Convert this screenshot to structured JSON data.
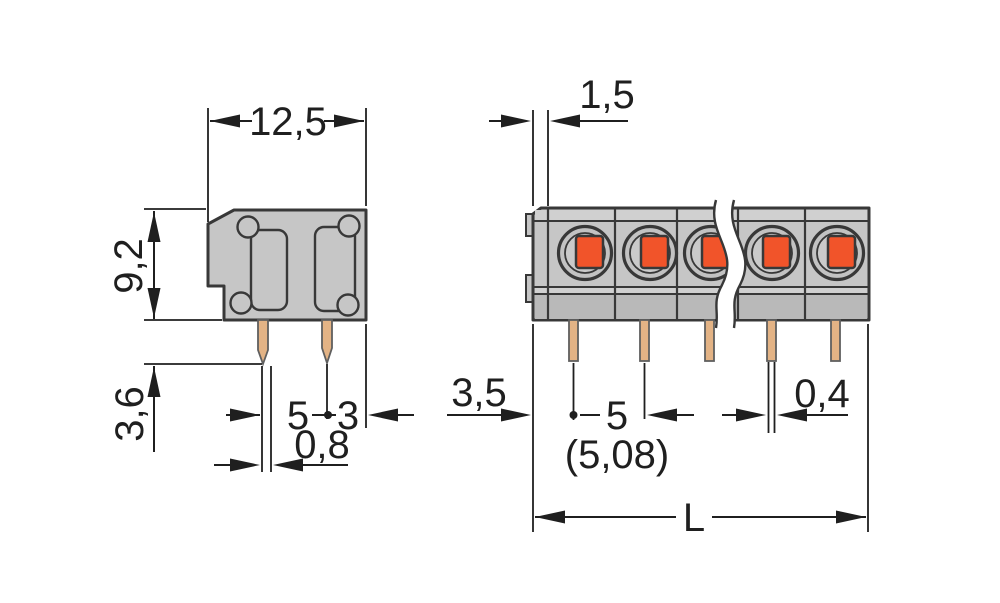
{
  "drawing": {
    "type": "technical-dimension-drawing",
    "subject": "PCB terminal block, side view and front view"
  },
  "colors": {
    "accent_orange": "#f1542a",
    "housing_gray": "#c6c6c6",
    "pin_copper": "#e3b385",
    "line_dark": "#1f1f1f"
  },
  "dimensions": {
    "side": {
      "width": "12,5",
      "height": "9,2",
      "pin_protrusion": "3,6",
      "pin_pitch": "5",
      "pin_to_edge": "3",
      "pin_width": "0,8"
    },
    "front": {
      "end_offset": "1,5",
      "pin_inset": "3,5",
      "pitch": "5",
      "pitch_alt": "(5,08)",
      "pin_thickness": "0,4",
      "overall_length": "L"
    }
  }
}
